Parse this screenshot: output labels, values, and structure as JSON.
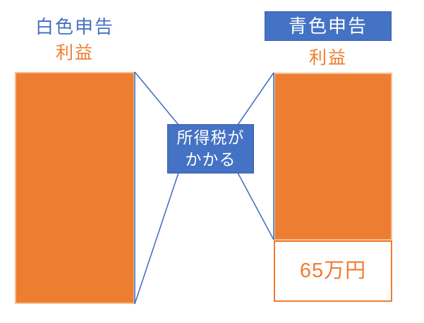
{
  "colors": {
    "orange": "#ED7D31",
    "orange_light": "#F5BE8E",
    "blue": "#4472C4",
    "blue_dark": "#3A5FA8"
  },
  "left_column": {
    "title": "白色申告",
    "profit_label": "利益"
  },
  "right_column": {
    "title": "青色申告",
    "profit_label": "利益",
    "deduction_label": "65万円"
  },
  "center": {
    "tax_label_line1": "所得税が",
    "tax_label_line2": "かかる"
  }
}
